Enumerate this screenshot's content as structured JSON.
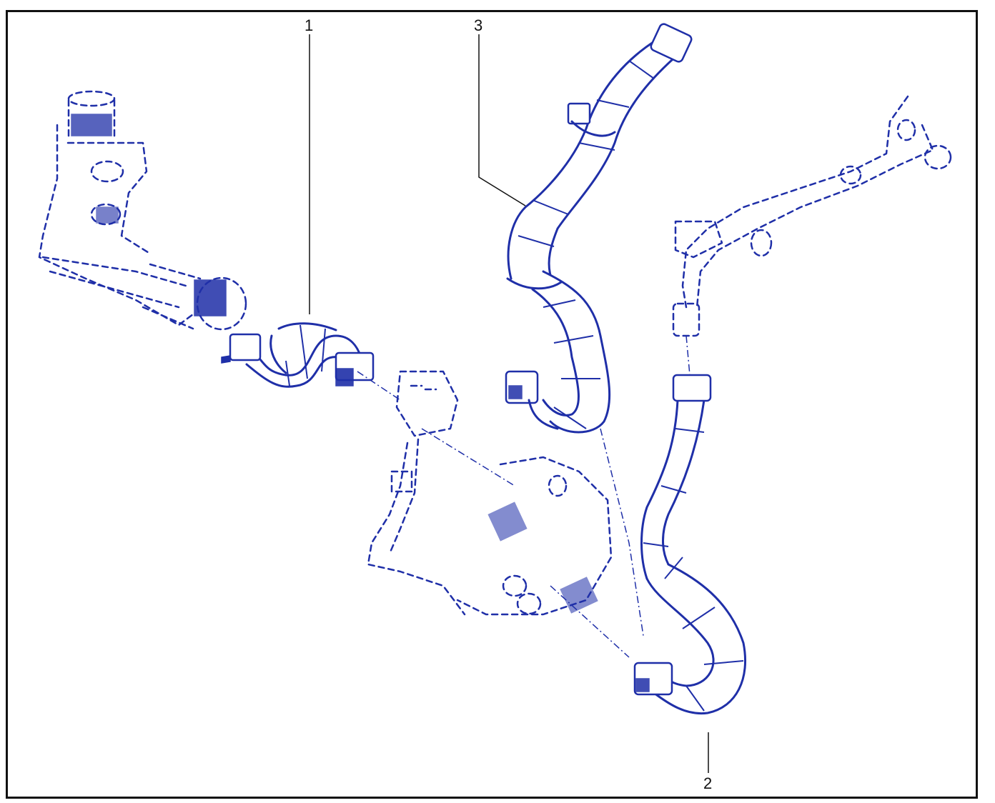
{
  "diagram": {
    "callouts": [
      {
        "id": "1",
        "label": "1"
      },
      {
        "id": "2",
        "label": "2"
      },
      {
        "id": "3",
        "label": "3"
      }
    ]
  },
  "colors": {
    "line_art": "#1f2fa8",
    "frame": "#111111",
    "background": "#ffffff"
  }
}
